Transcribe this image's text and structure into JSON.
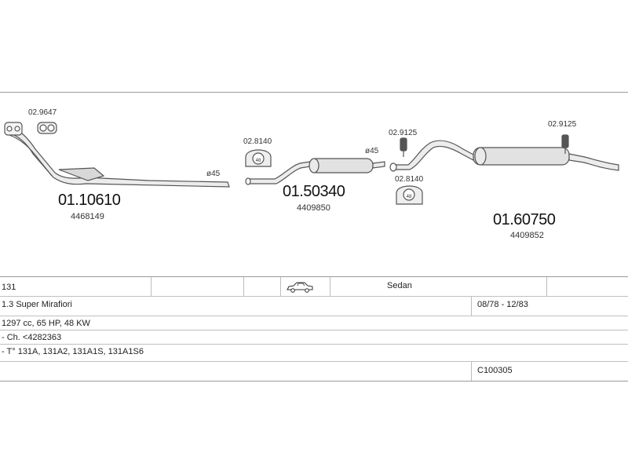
{
  "diagram": {
    "parts": [
      {
        "number": "01.10610",
        "ref": "4468149"
      },
      {
        "number": "01.50340",
        "ref": "4409850"
      },
      {
        "number": "01.60750",
        "ref": "4409852"
      }
    ],
    "accessories": [
      {
        "code": "02.9647"
      },
      {
        "code": "02.8140"
      },
      {
        "code": "02.9125"
      },
      {
        "code": "02.8140"
      },
      {
        "code": "02.9125"
      }
    ],
    "clamp_badge": "48",
    "diameters": [
      "ø45",
      "ø45"
    ]
  },
  "table": {
    "model": "131",
    "body_type": "Sedan",
    "engine": "1.3 Super Mirafiori",
    "period": "08/78 - 12/83",
    "specs": "1297 cc, 65 HP, 48 KW",
    "chassis": "- Ch. <4282363",
    "types": "- T° 131A, 131A2, 131A1S, 131A1S6",
    "catalog_code": "C100305"
  }
}
